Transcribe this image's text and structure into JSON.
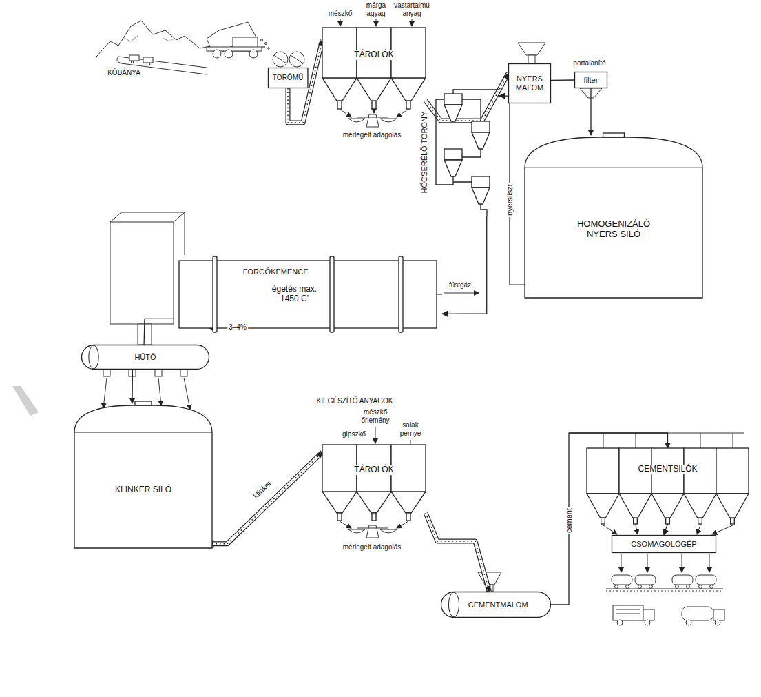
{
  "diagram": {
    "nodes": [
      {
        "text": [
          "TÖRŐMŰ"
        ]
      },
      {
        "text": [
          "TÁROLÓK"
        ]
      },
      {
        "text": [
          "NYERS MALOM"
        ]
      },
      {
        "text": [
          "filter"
        ]
      },
      {
        "text": [
          "HOMOGENIZÁLÓ NYERS SILÓ"
        ]
      },
      {
        "text": [
          "HŐCSERÉLŐ TORONY"
        ]
      },
      {
        "text": [
          "FORGÓKEMENCE",
          "égetés max. 1450 C'"
        ]
      },
      {
        "text": [
          "HŰTŐ"
        ]
      },
      {
        "text": [
          "KLINKER SILÓ"
        ]
      },
      {
        "text": [
          "TÁROLÓK"
        ]
      },
      {
        "text": [
          "CEMENTMALOM"
        ]
      },
      {
        "text": [
          "CEMENTSILÓK"
        ]
      },
      {
        "text": [
          "CSOMAGOLÓGÉP"
        ]
      }
    ],
    "edges": [
      {
        "from": 0,
        "to": 1,
        "arrow": "to"
      },
      {
        "from": 1,
        "to": 2,
        "arrow": "to"
      },
      {
        "from": 2,
        "to": 3,
        "arrow": "none"
      },
      {
        "from": 3,
        "to": 4,
        "arrow": "to"
      },
      {
        "from": 4,
        "to": 5,
        "label": "nyersliszt",
        "arrow": "to"
      },
      {
        "from": 5,
        "to": 6,
        "arrow": "to"
      },
      {
        "from": 6,
        "to": 7,
        "arrow": "none"
      },
      {
        "from": 7,
        "to": 8,
        "arrow": "to"
      },
      {
        "from": 8,
        "to": 9,
        "label": "klinker",
        "arrow": "to"
      },
      {
        "from": 9,
        "to": 10,
        "arrow": "to"
      },
      {
        "from": 10,
        "to": 11,
        "label": "cement",
        "arrow": "to"
      },
      {
        "from": 11,
        "to": 12,
        "arrow": "to"
      }
    ],
    "labels": [
      "KŐBÁNYA",
      "mészkő",
      "márga agyag",
      "vastartalmú anyag",
      "mérlegelt adagolás",
      "portalanító",
      "füstgáz",
      "3–4%",
      "KIEGÉSZÍTŐ ANYAGOK",
      "mészkő őrlemény",
      "gipszkő",
      "salak pernye",
      "mérlegelt adagolás"
    ]
  }
}
